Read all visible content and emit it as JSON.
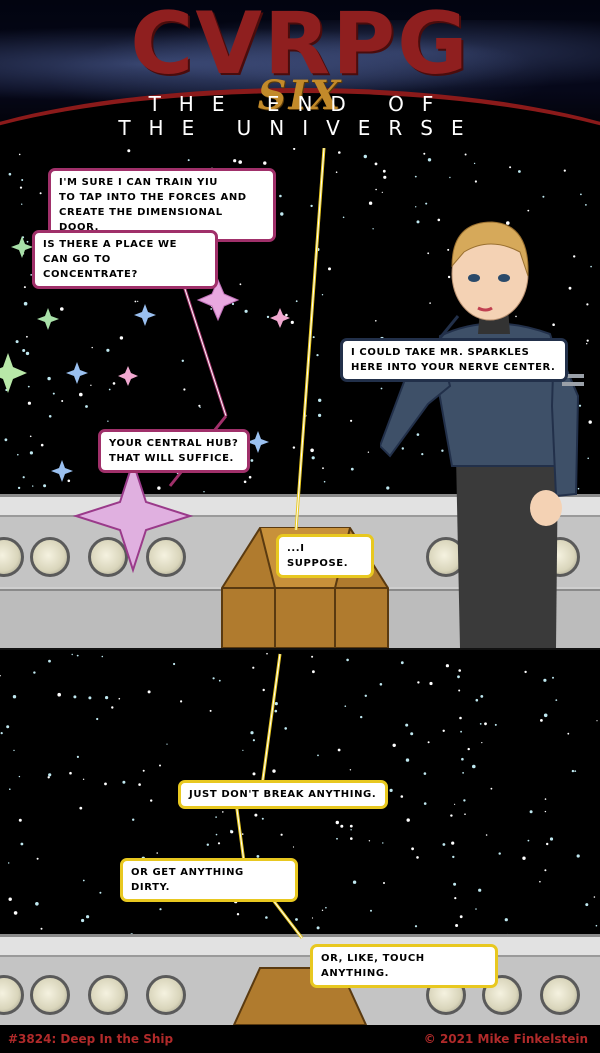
{
  "header": {
    "logo": "CVRPG",
    "series": "SIX",
    "subtitle_line1": "THE END OF",
    "subtitle_line2": "THE UNIVERSE"
  },
  "panel1": {
    "bubbles": [
      "I'm sure I can train yiu\nto tap into the forces and\ncreate the dimensional door.",
      "Is there a place we\ncan go to concentrate?",
      "I could take Mr. Sparkles\nhere into your nerve center.",
      "Your central hub?\nThat will suffice.",
      "...I suppose."
    ]
  },
  "panel2": {
    "bubbles": [
      "Just don't break anything.",
      "Or get anything dirty.",
      "Or, like, touch anything."
    ]
  },
  "footer": {
    "episode": "#3824: Deep In the Ship",
    "copyright": "© 2021 Mike Finkelstein"
  },
  "colors": {
    "logo_red": "#8f1f1f",
    "six_gold": "#c28a2a",
    "footer_red": "#b02a2a",
    "bubble_pink_border": "#a0306a",
    "bubble_navy_border": "#22304a",
    "bubble_yellow_border": "#e8c820"
  }
}
